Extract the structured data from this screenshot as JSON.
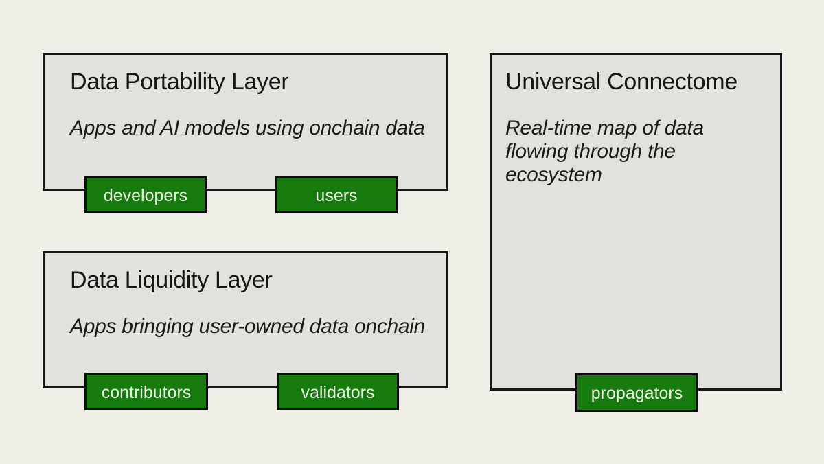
{
  "colors": {
    "page_background": "#efeee6",
    "box_background": "#e2e1db",
    "box_border": "#161616",
    "tag_green": "#177a0f",
    "tag_text": "#eaf6e2",
    "text": "#161616"
  },
  "boxes": [
    {
      "title": "Data Portability Layer",
      "subtitle": "Apps and AI models using onchain data",
      "tags": [
        {
          "label": "developers"
        },
        {
          "label": "users"
        }
      ]
    },
    {
      "title": "Data Liquidity Layer",
      "subtitle": "Apps bringing user-owned data onchain",
      "tags": [
        {
          "label": "contributors"
        },
        {
          "label": "validators"
        }
      ]
    },
    {
      "title": "Universal Connectome",
      "subtitle": "Real-time map of data\nflowing through the\necosystem",
      "tags": [
        {
          "label": "propagators"
        }
      ]
    }
  ]
}
